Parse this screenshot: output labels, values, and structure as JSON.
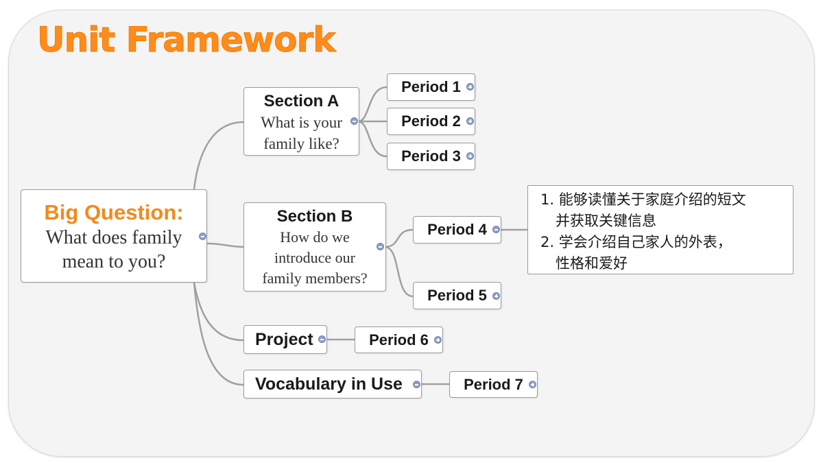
{
  "title": "Unit Framework",
  "root": {
    "heading": "Big Question:",
    "question": [
      "What does family",
      "mean to you?"
    ]
  },
  "section_a": {
    "heading": "Section A",
    "question": [
      "What is your",
      "family like?"
    ],
    "periods": [
      "Period 1",
      "Period 2",
      "Period 3"
    ]
  },
  "section_b": {
    "heading": "Section B",
    "question": [
      "How do we",
      "introduce our",
      "family members?"
    ],
    "periods": [
      "Period 4",
      "Period 5"
    ]
  },
  "project": {
    "label": "Project",
    "period": "Period 6"
  },
  "vocabulary": {
    "label": "Vocabulary in Use",
    "period": "Period 7"
  },
  "period4_notes": [
    "1. 能够读懂关于家庭介绍的短文",
    "并获取关键信息",
    "2. 学会介绍自己家人的外表，",
    "性格和爱好"
  ],
  "colors": {
    "title": "#ff8c1a",
    "heading": "#f28a1c",
    "connector": "#a0a0a0",
    "toggle": "#8d9fc7"
  },
  "icons": {
    "collapse": "minus-circle-icon",
    "expand": "plus-circle-icon"
  }
}
